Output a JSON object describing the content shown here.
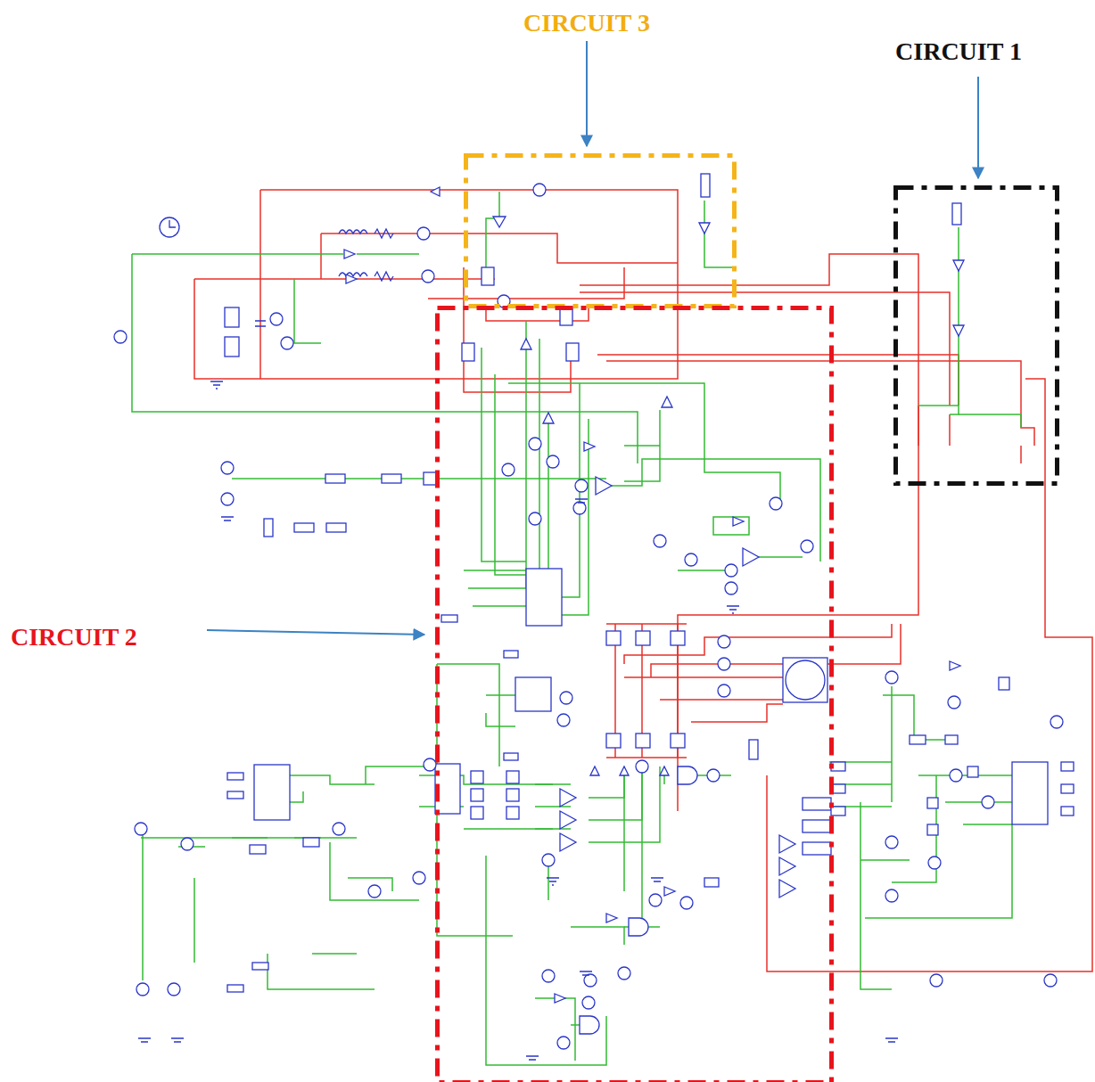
{
  "diagram": {
    "nodes": [
      {
        "text": [
          "CIRCUIT 3"
        ]
      },
      {
        "text": [
          "CIRCUIT 1"
        ]
      },
      {
        "text": [
          "CIRCUIT 2"
        ]
      }
    ]
  }
}
